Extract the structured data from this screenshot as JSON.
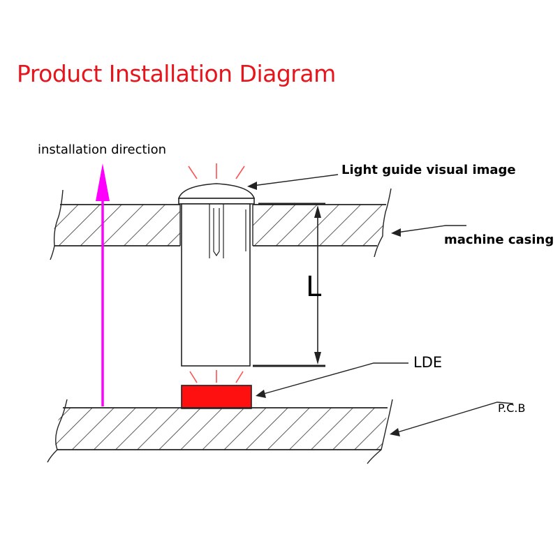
{
  "title": "Product Installation Diagram",
  "labels": {
    "installation_direction": "installation direction",
    "light_guide": "Light guide visual image",
    "machine_casing": "machine casing",
    "dimension": "L",
    "led": "LDE",
    "pcb": "P.C.B"
  },
  "colors": {
    "title": "#e8141b",
    "arrow": "#ff00ff",
    "led": "#ff1010",
    "rays": "#ff5050",
    "line": "#222222"
  }
}
